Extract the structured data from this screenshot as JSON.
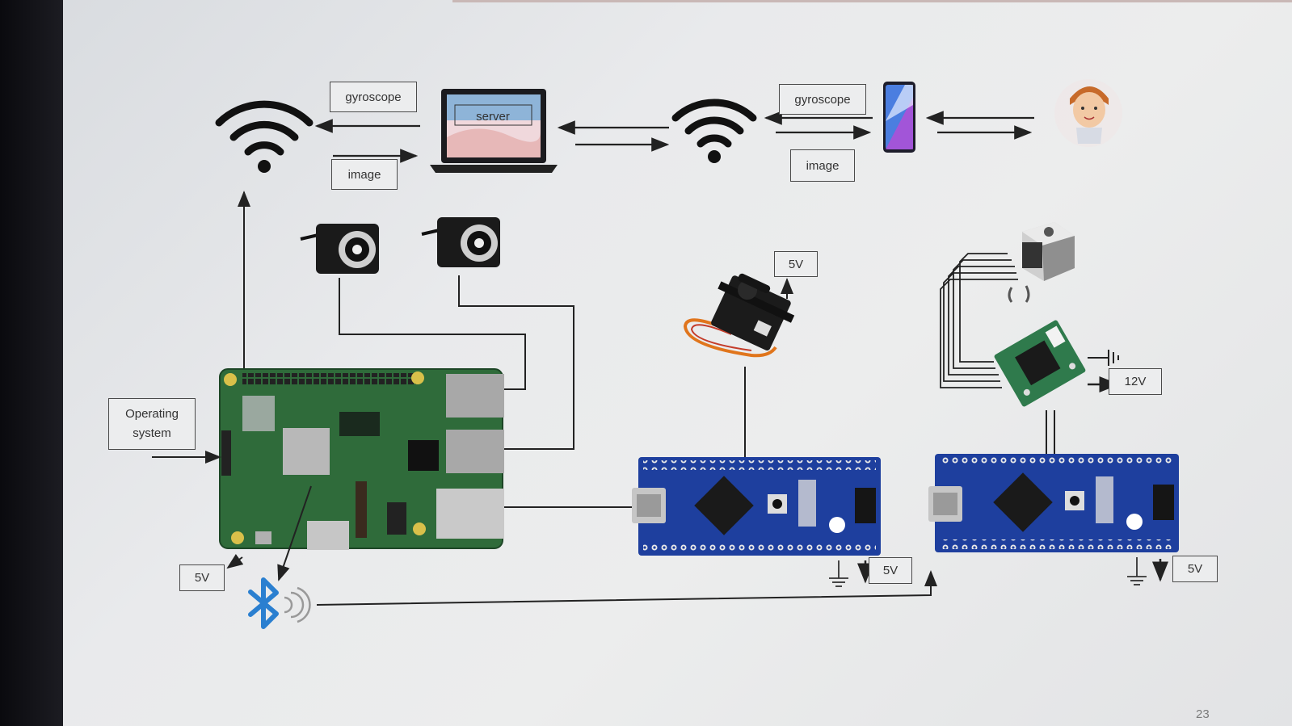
{
  "labels": {
    "gyroscope_left": "gyroscope",
    "image_left": "image",
    "server": "server",
    "gyroscope_right": "gyroscope",
    "image_right": "image",
    "operating_system": "Operating system",
    "power_rpi": "5V",
    "power_servo": "5V",
    "power_stepper": "12V",
    "power_nano1": "5V",
    "power_nano2": "5V"
  },
  "page_number": "23",
  "icons": [
    "wifi-icon",
    "laptop-icon",
    "smartphone-icon",
    "user-avatar-icon",
    "webcam-icon",
    "raspberry-pi-board",
    "servo-motor",
    "stepper-motor",
    "stepper-driver",
    "arduino-nano",
    "bluetooth-icon",
    "ground-symbol"
  ],
  "colors": {
    "pcb_green": "#2f6b3a",
    "nano_blue": "#1e3f9e",
    "bluetooth": "#2a7fd0",
    "servo_wire": "#e0751c"
  }
}
